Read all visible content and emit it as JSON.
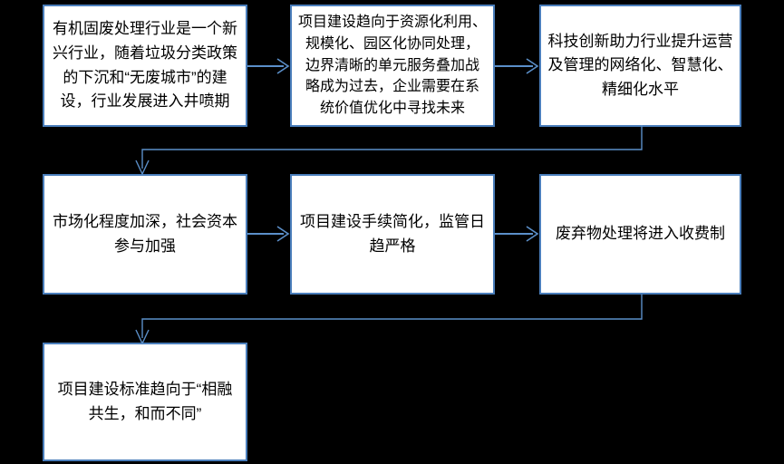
{
  "diagram": {
    "type": "flowchart",
    "title": "",
    "background_color": "#000000",
    "node_fill": "#ffffff",
    "node_border_color": "#4a7ebb",
    "connector_color": "#5b8fc9",
    "nodes": [
      {
        "id": "node-1",
        "row": 1,
        "column": 1,
        "text": "有机固废处理行业是一个新\n兴行业，随着垃圾分类政策\n的下沉和“无废城市”的建\n设，行业发展进入井喷期"
      },
      {
        "id": "node-2",
        "row": 1,
        "column": 2,
        "text": "项目建设趋向于资源化利用、\n规模化、园区化协同处理，\n边界清晰的单元服务叠加战\n略成为过去，企业需要在系\n统价值优化中寻找未来"
      },
      {
        "id": "node-3",
        "row": 1,
        "column": 3,
        "text": "科技创新助力行业提升运营\n及管理的网络化、智慧化、\n精细化水平"
      },
      {
        "id": "node-4",
        "row": 2,
        "column": 1,
        "text": "市场化程度加深，社会资本\n参与加强"
      },
      {
        "id": "node-5",
        "row": 2,
        "column": 2,
        "text": "项目建设手续简化，监管日\n趋严格"
      },
      {
        "id": "node-6",
        "row": 2,
        "column": 3,
        "text": "废弃物处理将进入收费制"
      },
      {
        "id": "node-7",
        "row": 3,
        "column": 1,
        "text": "项目建设标准趋向于“相融\n共生，和而不同”"
      }
    ],
    "connectors": [
      {
        "id": "arrow-1-to-2",
        "from": "node-1",
        "to": "node-2",
        "shape": "horizontal-right"
      },
      {
        "id": "arrow-2-to-3",
        "from": "node-2",
        "to": "node-3",
        "shape": "horizontal-right"
      },
      {
        "id": "arrow-3-to-4",
        "from": "node-3",
        "to": "node-4",
        "shape": "elbow-down-left"
      },
      {
        "id": "arrow-4-to-5",
        "from": "node-4",
        "to": "node-5",
        "shape": "horizontal-right"
      },
      {
        "id": "arrow-5-to-6",
        "from": "node-5",
        "to": "node-6",
        "shape": "horizontal-right"
      },
      {
        "id": "arrow-6-to-7",
        "from": "node-6",
        "to": "node-7",
        "shape": "elbow-down-left"
      }
    ]
  }
}
